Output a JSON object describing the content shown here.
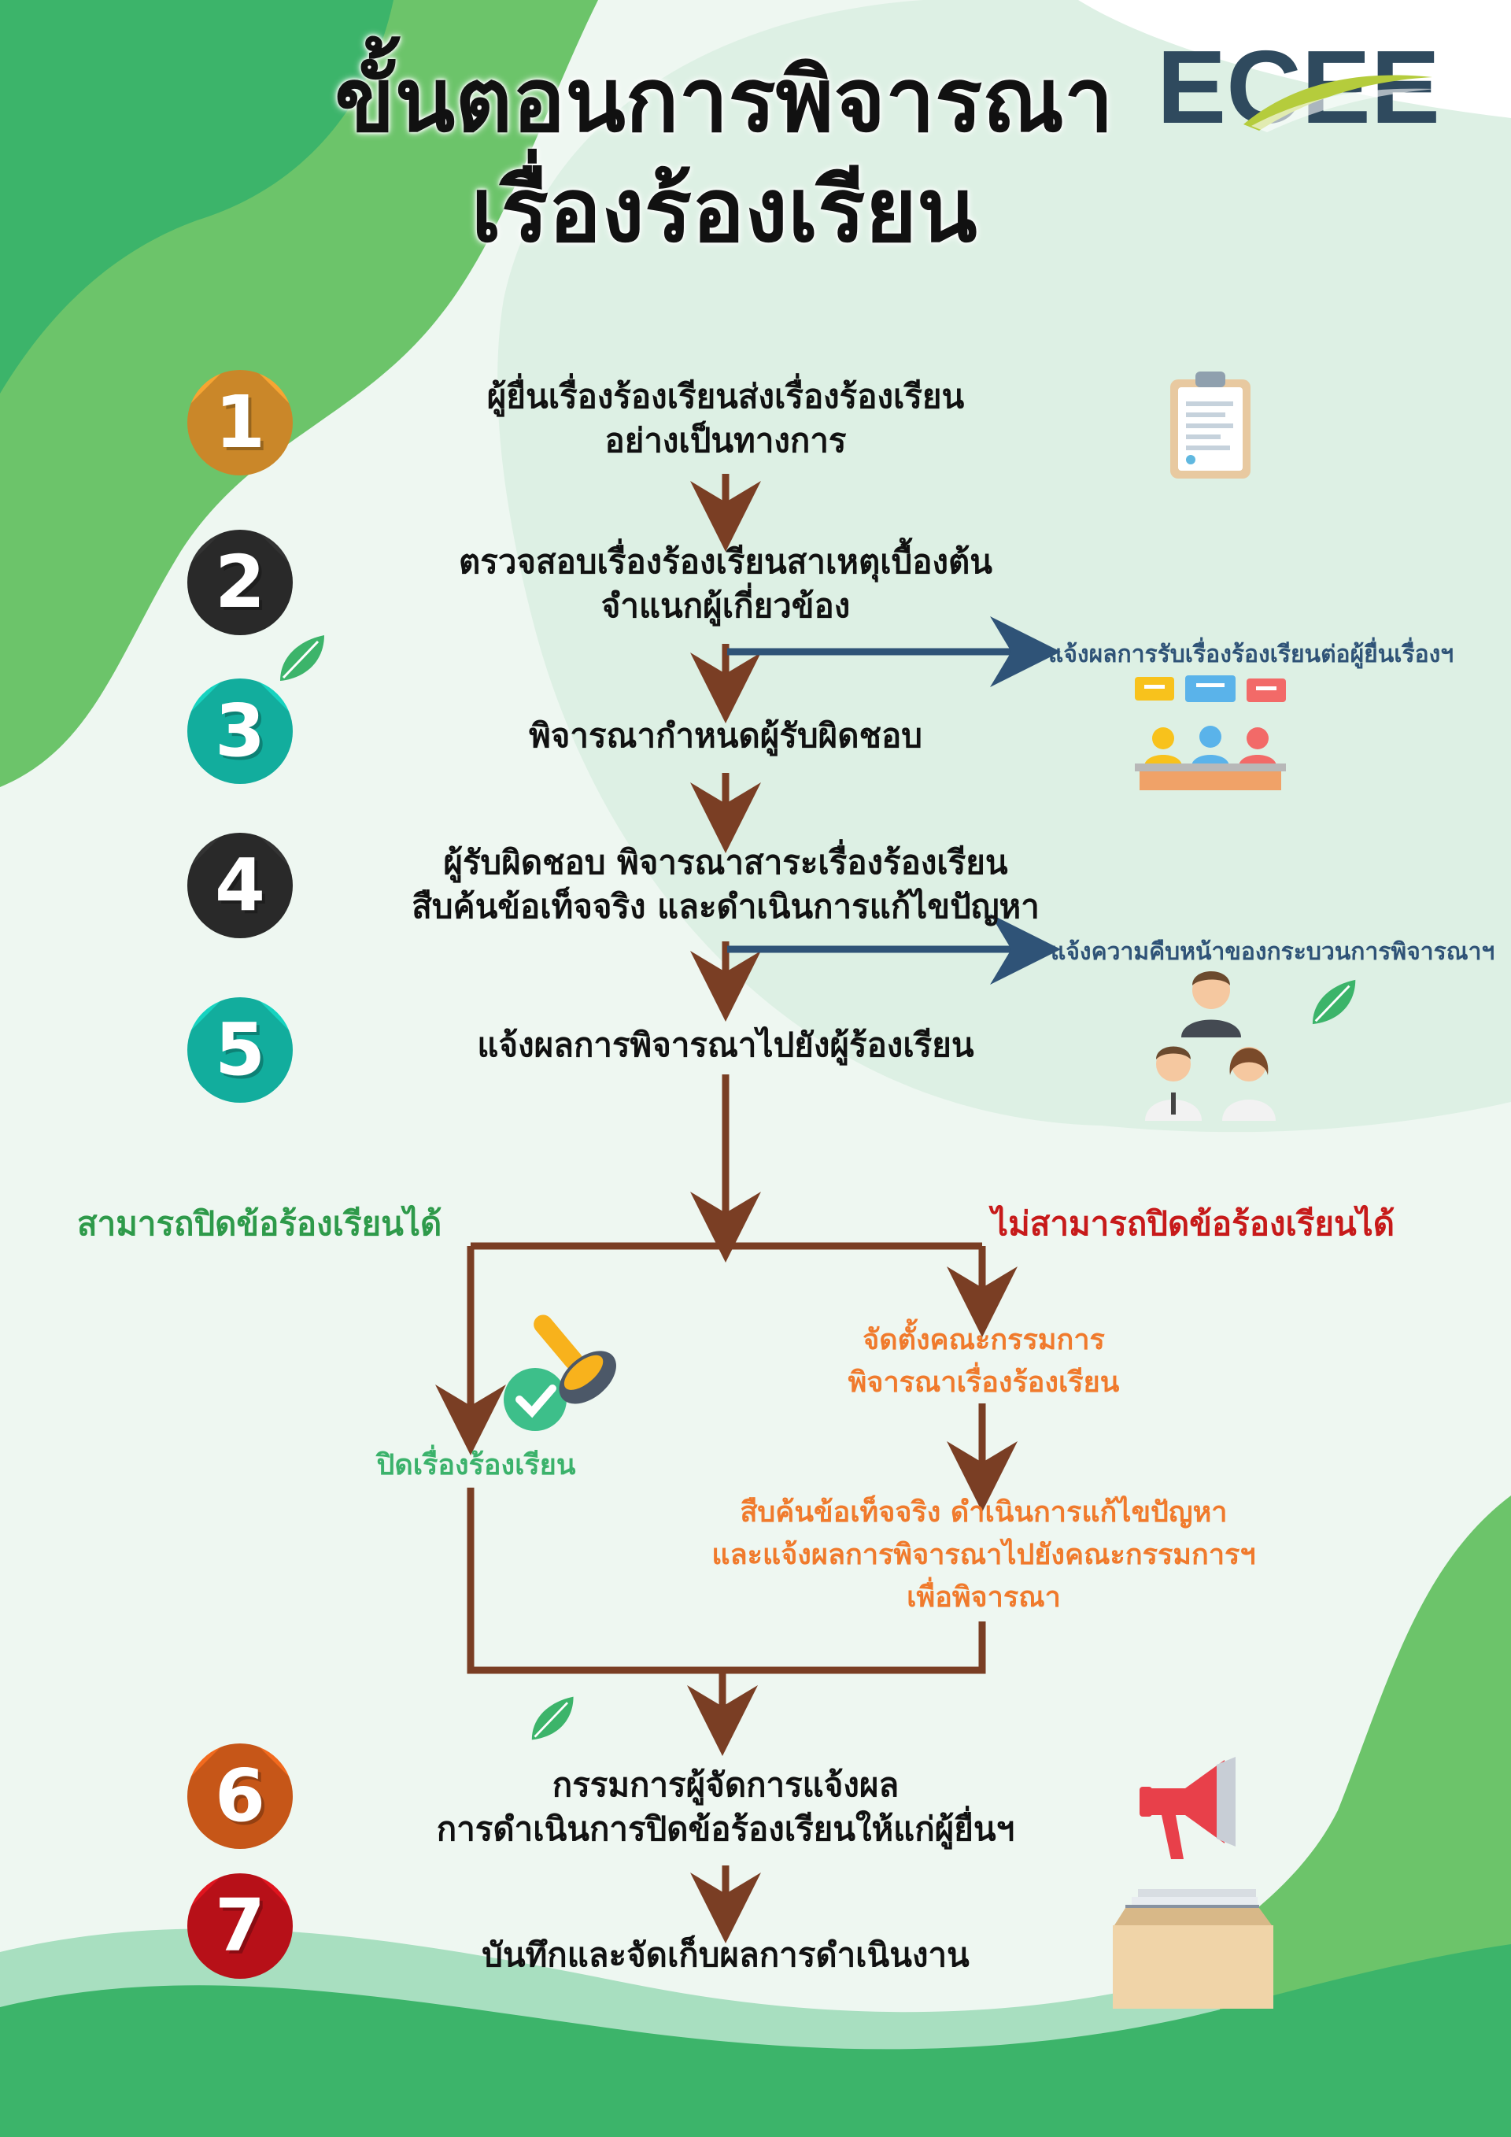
{
  "title": {
    "line1": "ขั้นตอนการพิจารณา",
    "line2": "เรื่องร้องเรียน"
  },
  "logo": {
    "text": "ECEE"
  },
  "colors": {
    "green_dark": "#3cb46a",
    "green_light": "#6cc46a",
    "arrow_brown": "#7a3e24",
    "arrow_navy": "#2f5377",
    "close_green": "#2e9a4a",
    "cannot_red": "#c71a1a",
    "orange_text": "#f07a2c"
  },
  "steps": [
    {
      "number": "1",
      "color": "#f7a532",
      "lines": [
        "ผู้ยื่นเรื่องร้องเรียนส่งเรื่องร้องเรียน",
        "อย่างเป็นทางการ"
      ],
      "icon": "clipboard-icon"
    },
    {
      "number": "2",
      "color": "#333333",
      "lines": [
        "ตรวจสอบเรื่องร้องเรียนสาเหตุเบื้องต้น",
        "จำแนกผู้เกี่ยวข้อง"
      ]
    },
    {
      "number": "3",
      "color": "#16d3c0",
      "lines": [
        "พิจารณากำหนดผู้รับผิดชอบ"
      ],
      "icon": "meeting-icon"
    },
    {
      "number": "4",
      "color": "#333333",
      "lines": [
        "ผู้รับผิดชอบ พิจารณาสาระเรื่องร้องเรียน",
        "สืบค้นข้อเท็จจริง และดำเนินการแก้ไขปัญหา"
      ]
    },
    {
      "number": "5",
      "color": "#16d3c0",
      "lines": [
        "แจ้งผลการพิจารณาไปยังผู้ร้องเรียน"
      ],
      "icon": "people-icon"
    },
    {
      "number": "6",
      "color": "#f26a1e",
      "lines": [
        "กรรมการผู้จัดการแจ้งผล",
        "การดำเนินการปิดข้อร้องเรียนให้แก่ผู้ยื่นฯ"
      ],
      "icon": "megaphone-icon"
    },
    {
      "number": "7",
      "color": "#e0141e",
      "lines": [
        "บันทึกและจัดเก็บผลการดำเนินงาน"
      ],
      "icon": "archive-box-icon"
    }
  ],
  "side_notes": {
    "receipt": "แจ้งผลการรับเรื่องร้องเรียนต่อผู้ยื่นเรื่องฯ",
    "progress": "แจ้งความคืบหน้าของกระบวนการพิจารณาฯ"
  },
  "branches": {
    "can_close": "สามารถปิดข้อร้องเรียนได้",
    "cannot_close": "ไม่สามารถปิดข้อร้องเรียนได้",
    "close_case": "ปิดเรื่องร้องเรียน",
    "committee": [
      "จัดตั้งคณะกรรมการ",
      "พิจารณาเรื่องร้องเรียน"
    ],
    "investigate": [
      "สืบค้นข้อเท็จจริง ดำเนินการแก้ไขปัญหา",
      "และแจ้งผลการพิจารณาไปยังคณะกรรมการฯ",
      "เพื่อพิจารณา"
    ]
  }
}
